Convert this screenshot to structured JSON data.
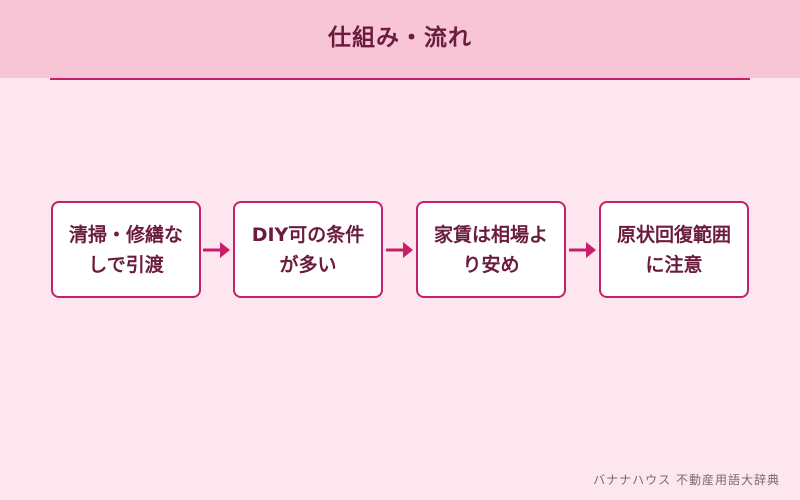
{
  "header": {
    "title": "仕組み・流れ"
  },
  "flow": {
    "steps": [
      {
        "label": "清掃・修繕なしで引渡"
      },
      {
        "label": "DIY可の条件が多い"
      },
      {
        "label": "家賃は相場より安め"
      },
      {
        "label": "原状回復範囲に注意"
      }
    ]
  },
  "footer": {
    "credit": "バナナハウス 不動産用語大辞典"
  },
  "colors": {
    "header_bg": "#f8c5d7",
    "page_bg": "#fde6ee",
    "accent": "#c81f6a",
    "text": "#6b1c3d"
  }
}
